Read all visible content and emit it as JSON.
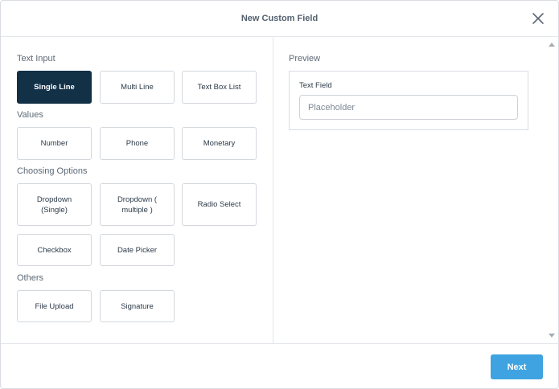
{
  "dialog": {
    "title": "New Custom Field",
    "close_icon": "close-icon"
  },
  "sections": [
    {
      "label": "Text Input",
      "options": [
        {
          "label": "Single Line",
          "selected": true
        },
        {
          "label": "Multi Line"
        },
        {
          "label": "Text Box List"
        }
      ]
    },
    {
      "label": "Values",
      "options": [
        {
          "label": "Number"
        },
        {
          "label": "Phone"
        },
        {
          "label": "Monetary"
        }
      ]
    },
    {
      "label": "Choosing Options",
      "options": [
        {
          "label": "Dropdown\n(Single)"
        },
        {
          "label": "Dropdown (\nmultiple )"
        },
        {
          "label": "Radio Select"
        },
        {
          "label": "Checkbox"
        },
        {
          "label": "Date Picker"
        }
      ]
    },
    {
      "label": "Others",
      "options": [
        {
          "label": "File Upload"
        },
        {
          "label": "Signature"
        }
      ]
    }
  ],
  "preview": {
    "label": "Preview",
    "field_label": "Text Field",
    "field_placeholder": "Placeholder"
  },
  "footer": {
    "next_label": "Next"
  },
  "colors": {
    "selected_bg": "#123046",
    "primary_button": "#3ea3e0",
    "border": "#d3d8dd"
  }
}
